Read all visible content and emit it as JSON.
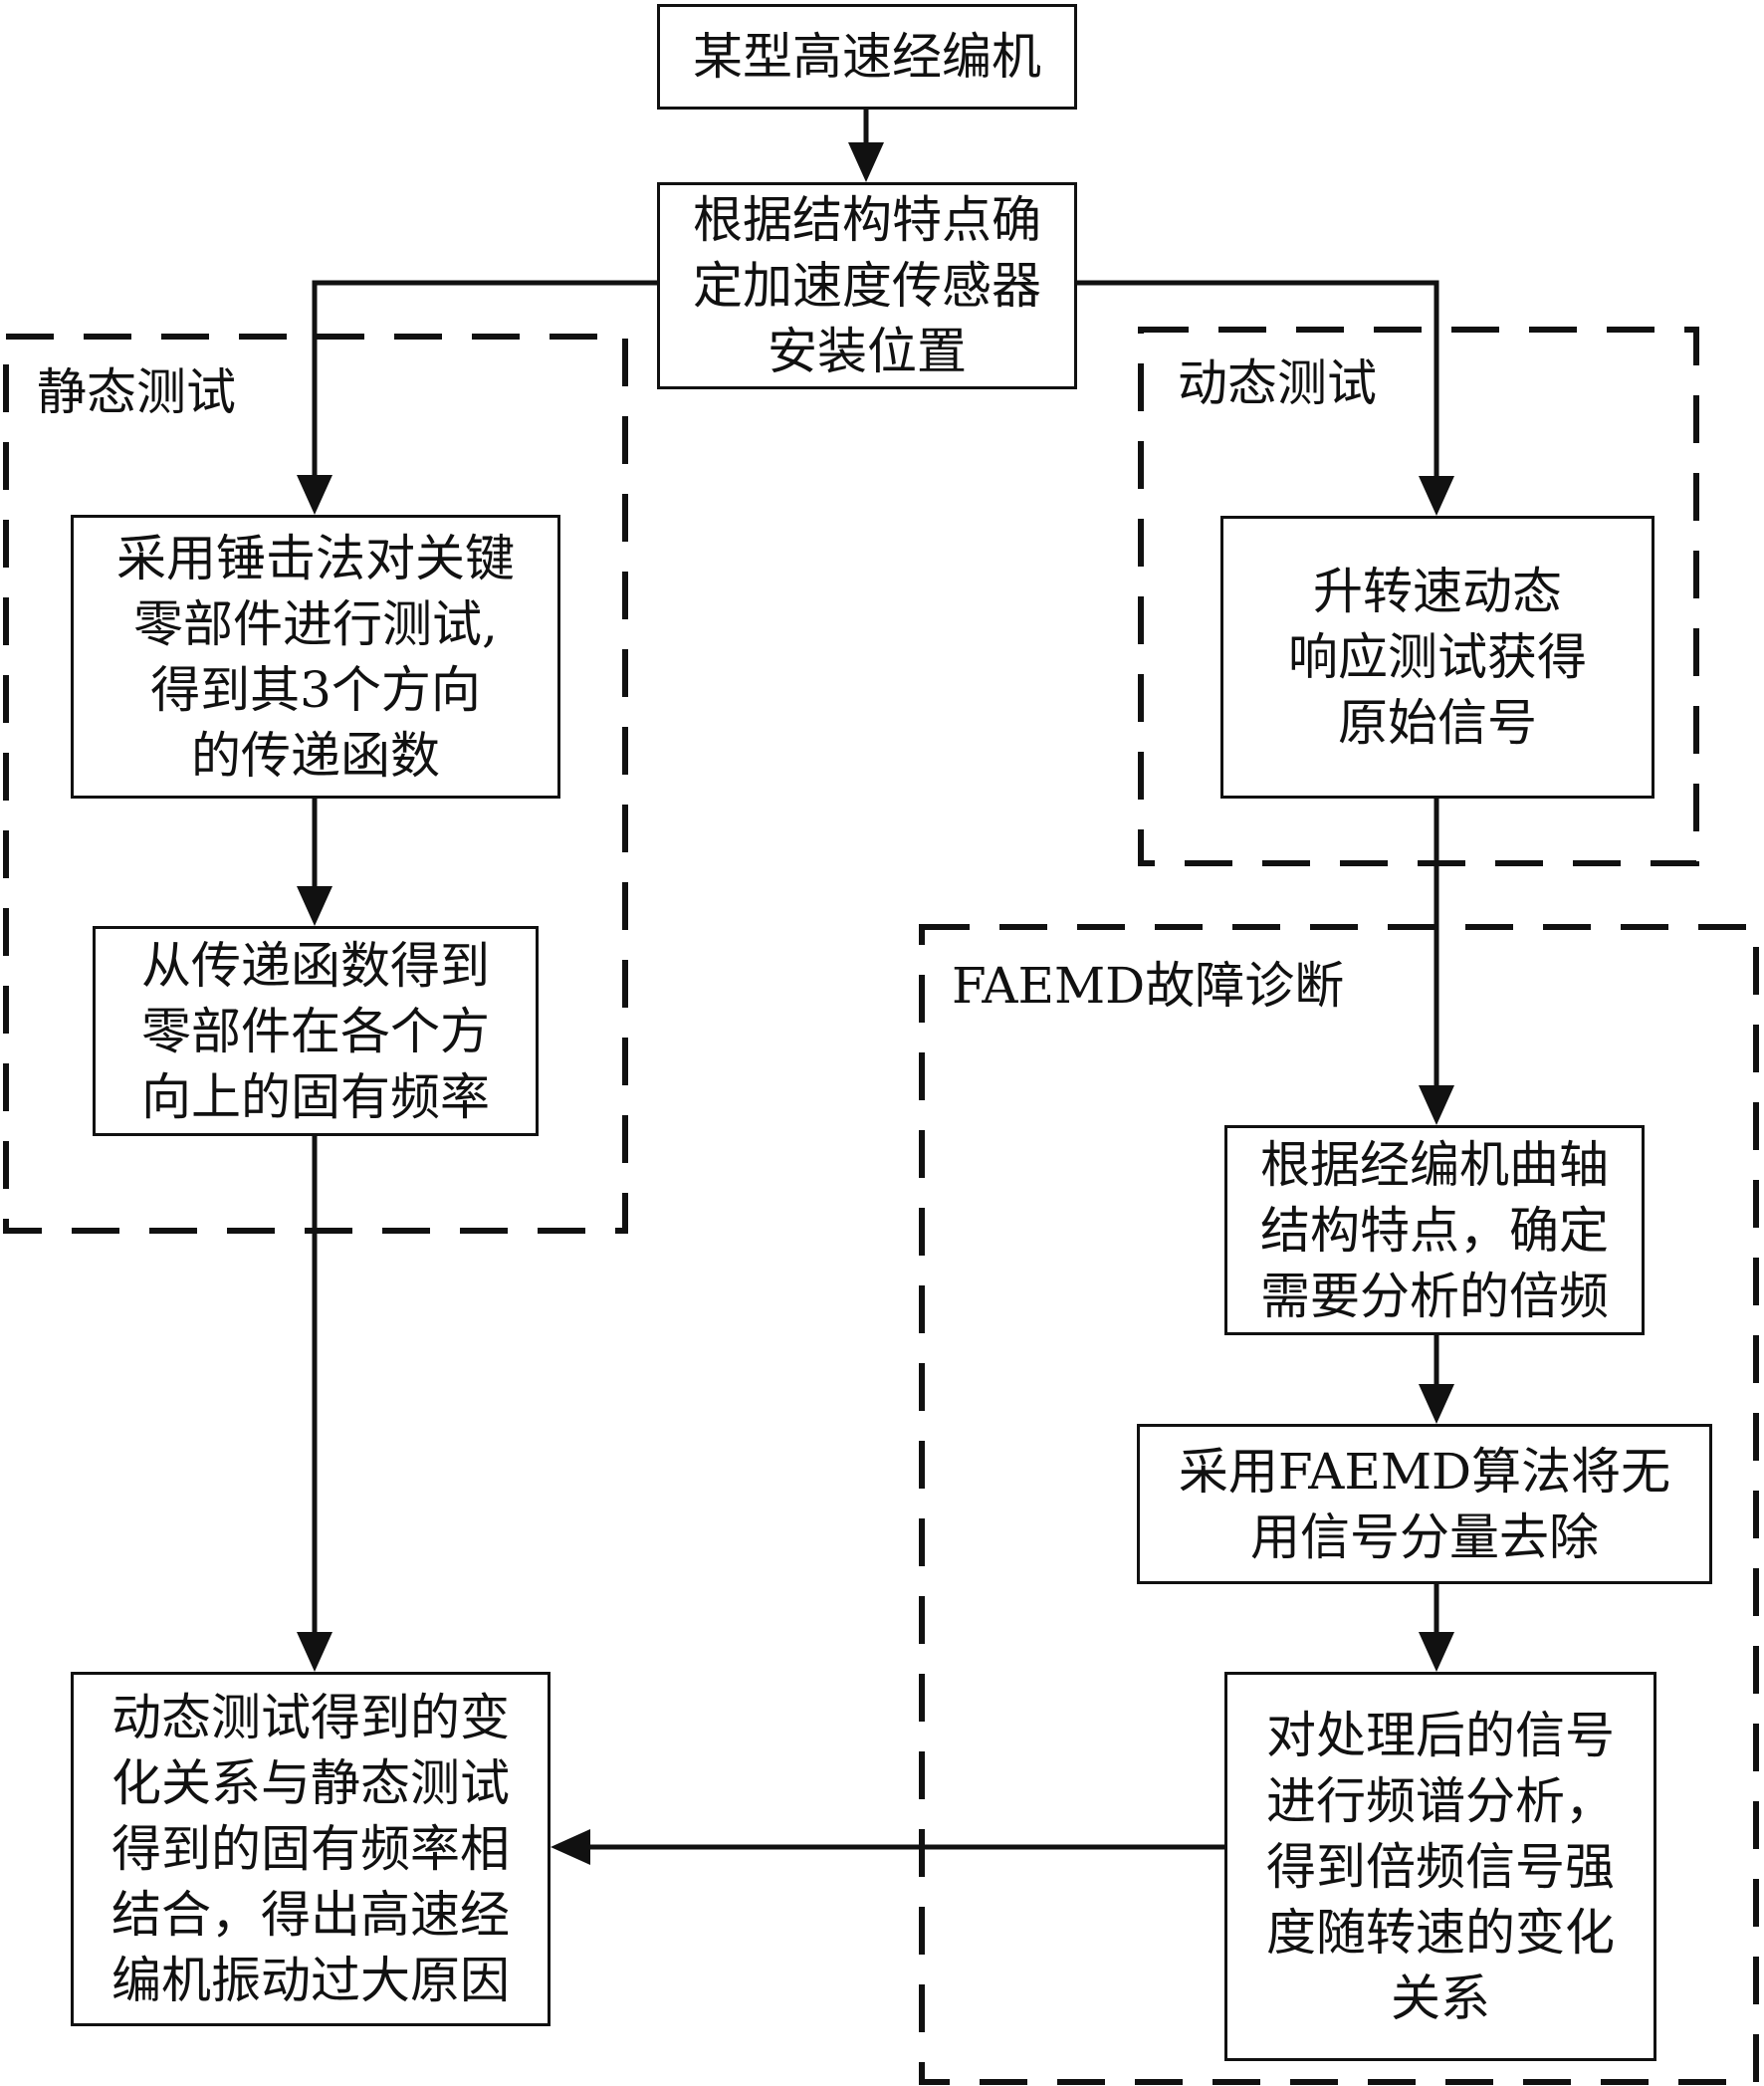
{
  "diagram": {
    "type": "flowchart",
    "nodes": {
      "machine": [
        "某型高速经编机"
      ],
      "sensor": [
        "根据结构特点确",
        "定加速度传感器",
        "安装位置"
      ],
      "hammer": [
        "采用锤击法对关键",
        "零部件进行测试,",
        "得到其3个方向",
        "的传递函数"
      ],
      "natural_freq": [
        "从传递函数得到",
        "零部件在各个方",
        "向上的固有频率"
      ],
      "runup": [
        "升转速动态",
        "响应测试获得",
        "原始信号"
      ],
      "harmonics": [
        "根据经编机曲轴",
        "结构特点，确定",
        "需要分析的倍频"
      ],
      "faemd": [
        "采用FAEMD算法将无",
        "用信号分量去除"
      ],
      "spectrum": [
        "对处理后的信号",
        "进行频谱分析，",
        "得到倍频信号强",
        "度随转速的变化",
        "关系"
      ],
      "conclusion": [
        "动态测试得到的变",
        "化关系与静态测试",
        "得到的固有频率相",
        "结合，得出高速经",
        "编机振动过大原因"
      ]
    },
    "groups": {
      "static": "静态测试",
      "dynamic": "动态测试",
      "faemd": "FAEMD故障诊断"
    },
    "edges": [
      {
        "from": "machine",
        "to": "sensor"
      },
      {
        "from": "sensor",
        "to": "hammer"
      },
      {
        "from": "sensor",
        "to": "runup"
      },
      {
        "from": "hammer",
        "to": "natural_freq"
      },
      {
        "from": "natural_freq",
        "to": "conclusion"
      },
      {
        "from": "runup",
        "to": "harmonics"
      },
      {
        "from": "harmonics",
        "to": "faemd"
      },
      {
        "from": "faemd",
        "to": "spectrum"
      },
      {
        "from": "spectrum",
        "to": "conclusion"
      }
    ]
  }
}
